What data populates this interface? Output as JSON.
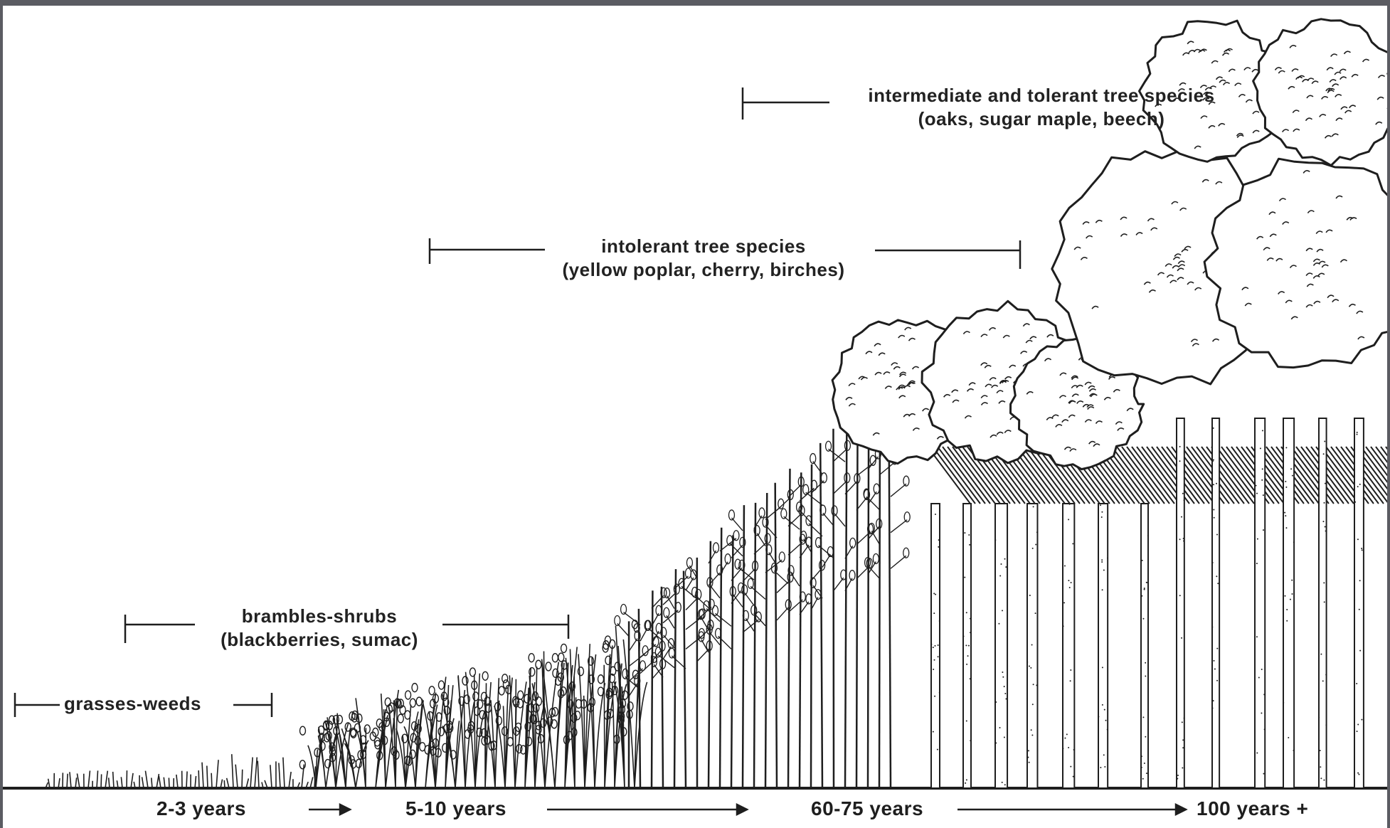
{
  "stages": [
    {
      "id": "grasses",
      "name": "grasses-weeds",
      "examples": ""
    },
    {
      "id": "brambles",
      "name": "brambles-shrubs",
      "examples": "(blackberries, sumac)"
    },
    {
      "id": "intolerant",
      "name": "intolerant tree species",
      "examples": "(yellow poplar, cherry, birches)"
    },
    {
      "id": "tolerant",
      "name": "intermediate and tolerant tree species",
      "examples": "(oaks, sugar maple, beech)"
    }
  ],
  "timeline": [
    "2-3 years",
    "5-10 years",
    "60-75 years",
    "100 years +"
  ],
  "colors": {
    "ink": "#1e1e1e",
    "paper": "#ffffff",
    "border": "#5b5c62"
  }
}
